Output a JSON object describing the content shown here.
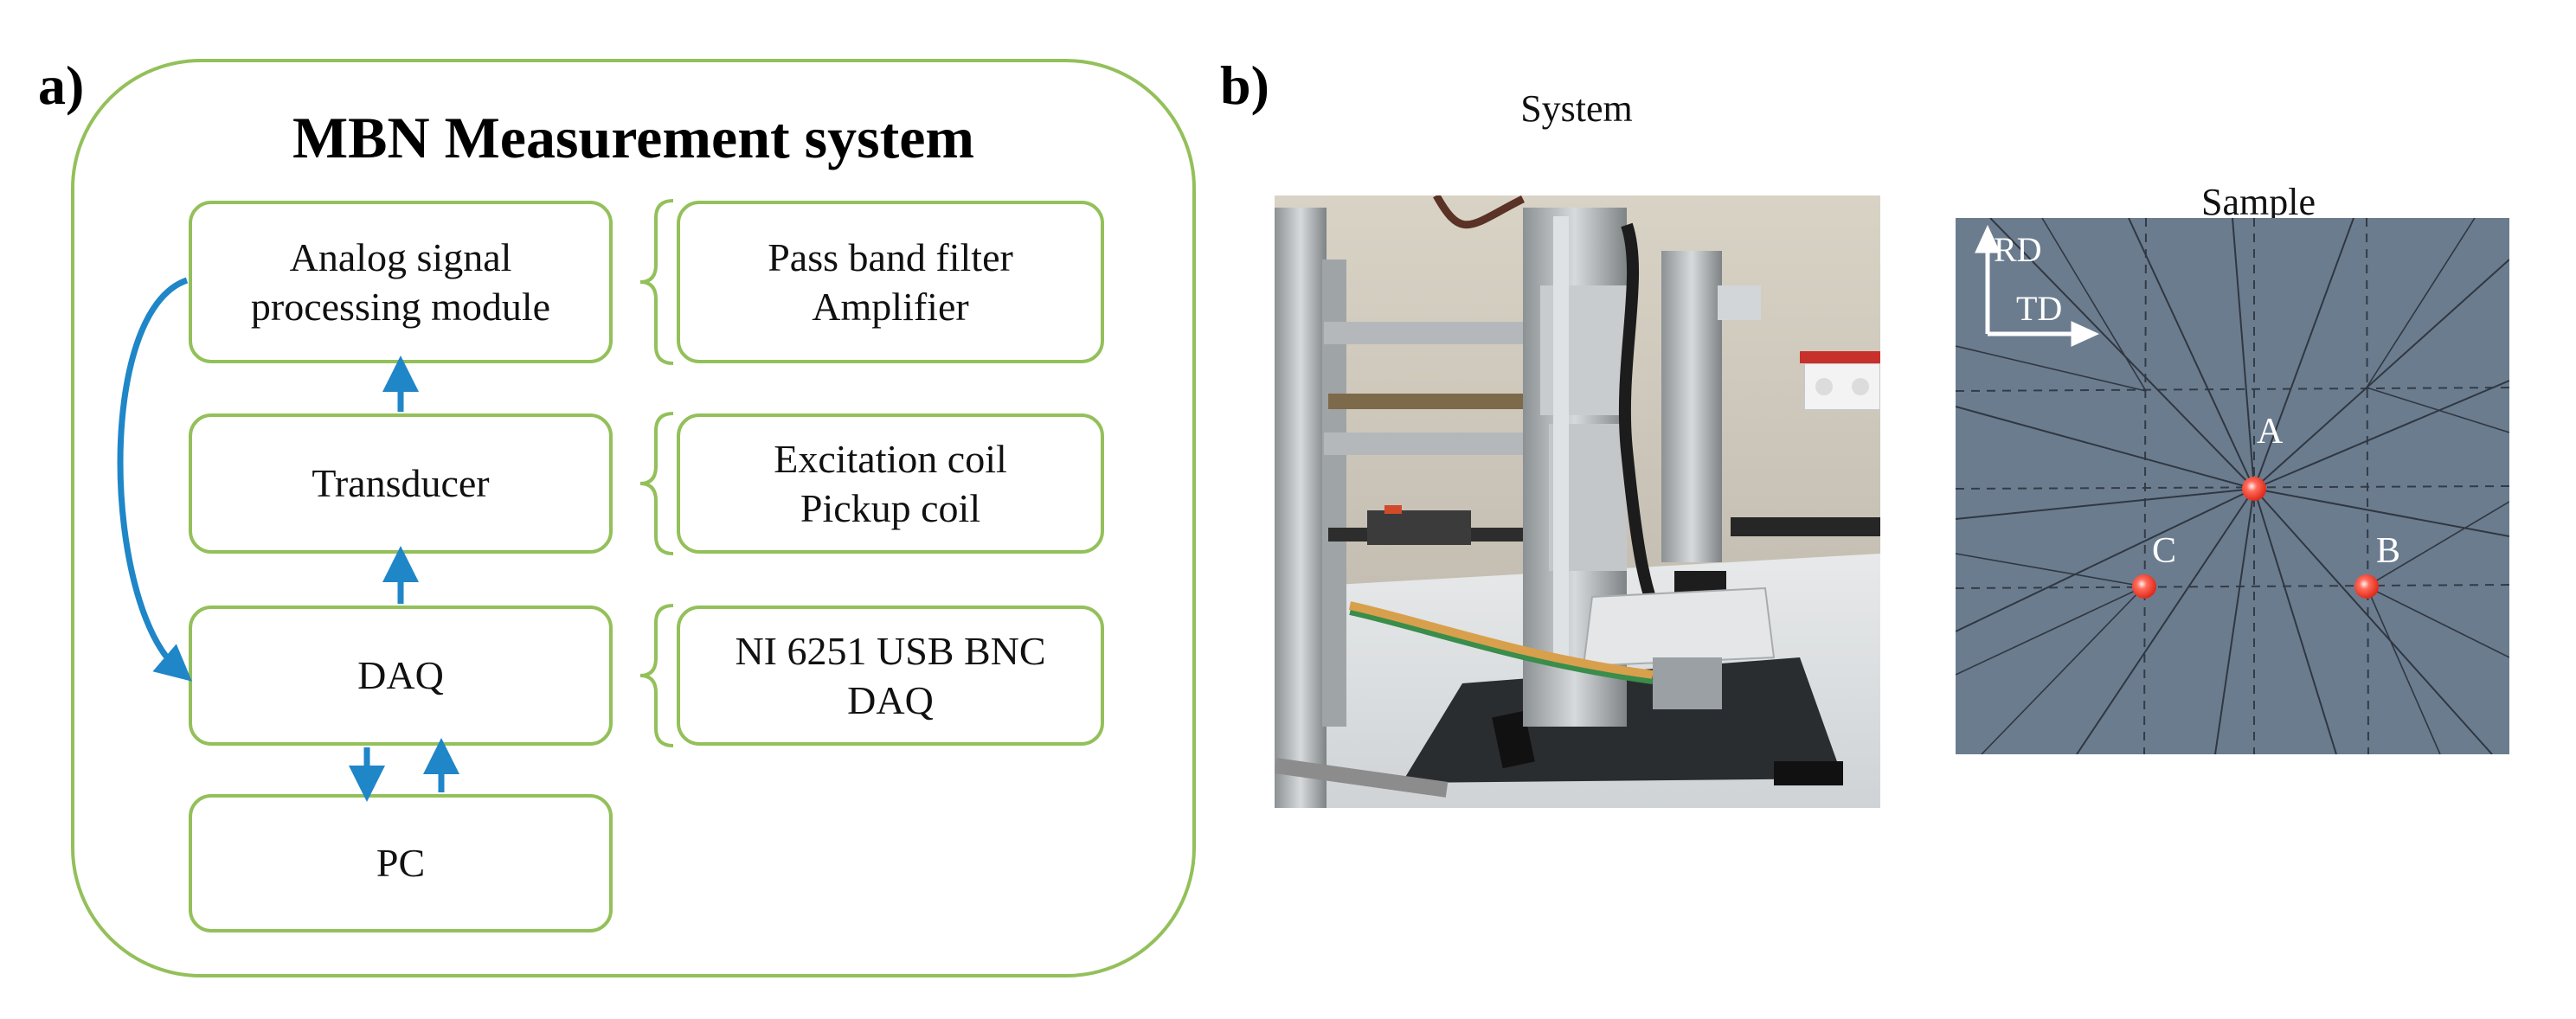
{
  "panel_a": {
    "label": "a)",
    "title": "MBN Measurement system",
    "blocks": {
      "analog": [
        "Analog signal",
        "processing module"
      ],
      "transducer": [
        "Transducer"
      ],
      "daq": [
        "DAQ"
      ],
      "pc": [
        "PC"
      ]
    },
    "details": {
      "filter": [
        "Pass band filter",
        "Amplifier"
      ],
      "coils": [
        "Excitation coil",
        "Pickup coil"
      ],
      "ni": [
        "NI 6251 USB BNC",
        "DAQ"
      ]
    }
  },
  "panel_b": {
    "label": "b)",
    "system_caption": "System",
    "sample_caption": "Sample",
    "axes": {
      "rd": "RD",
      "td": "TD"
    },
    "points": {
      "a": "A",
      "b": "B",
      "c": "C"
    }
  },
  "colors": {
    "box_border": "#93c05a",
    "arrow": "#1f86c8",
    "sample_plate": "#6b7c8f",
    "marker": "#ff4a3a"
  }
}
